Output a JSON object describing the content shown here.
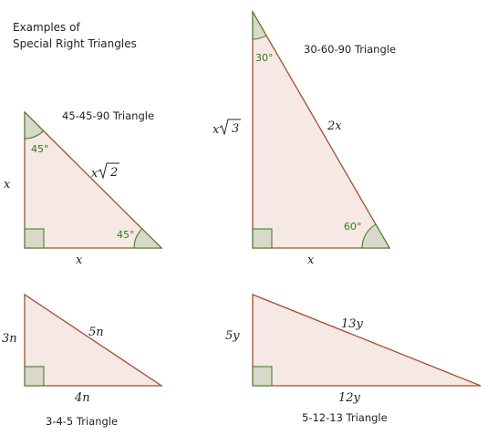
{
  "title": {
    "line1": "Examples of",
    "line2": "Special Right Triangles"
  },
  "colors": {
    "triangle_fill": "#f6e8e4",
    "triangle_stroke": "#a5502c",
    "angle_fill": "#d9d8c9",
    "angle_stroke": "#2e7d14",
    "angle_label": "#2e7d14",
    "text": "#222222"
  },
  "triangles": {
    "t45": {
      "name": "45-45-90 Triangle",
      "angle_top": "45°",
      "angle_right": "45°",
      "side_left": "x",
      "side_bottom": "x",
      "side_hyp_base": "x",
      "side_hyp_radicand": "2"
    },
    "t30": {
      "name": "30-60-90 Triangle",
      "angle_top": "30°",
      "angle_right": "60°",
      "side_left_base": "x",
      "side_left_radicand": "3",
      "side_bottom": "x",
      "side_hyp": "2x"
    },
    "t345": {
      "name": "3-4-5 Triangle",
      "side_left": "3n",
      "side_bottom": "4n",
      "side_hyp": "5n"
    },
    "t51213": {
      "name": "5-12-13 Triangle",
      "side_left": "5y",
      "side_bottom": "12y",
      "side_hyp": "13y"
    }
  }
}
